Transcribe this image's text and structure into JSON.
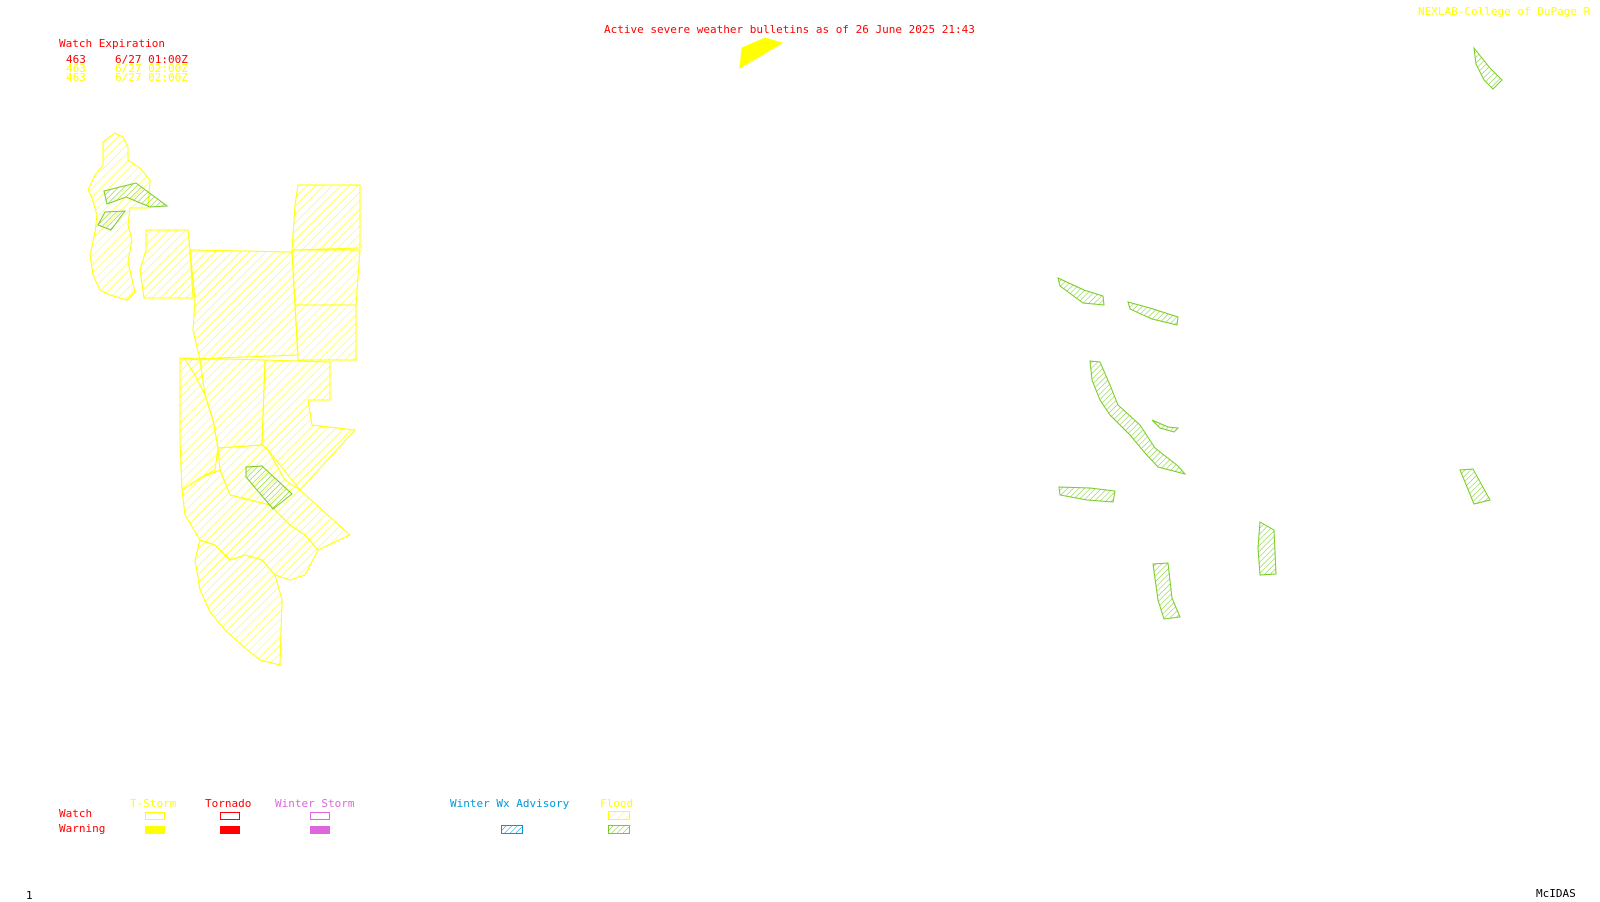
{
  "header": {
    "bulletin": "Active severe weather bulletins as of 26 June 2025 21:43",
    "credit": "NEXLAB-College of DuPage R"
  },
  "watch_expiration": {
    "title": "Watch Expiration",
    "rows": [
      {
        "number": "463",
        "time": "6/27 01:00Z",
        "color": "#ff0000"
      },
      {
        "number": "463",
        "time": "6/27 02:00Z",
        "color": "#ffff00"
      },
      {
        "number": "463",
        "time": "6/27 02:00Z",
        "color": "#ffff00"
      }
    ]
  },
  "legend": {
    "row_labels": {
      "watch": "Watch",
      "warning": "Warning"
    },
    "columns": [
      {
        "label": "T-Storm",
        "color": "#ffff00"
      },
      {
        "label": "Tornado",
        "color": "#ff0000"
      },
      {
        "label": "Winter Storm",
        "color": "#dd66dd"
      },
      {
        "label": "Winter Wx Advisory",
        "color": "#0099dd"
      },
      {
        "label": "Flood",
        "color": "#ffff00"
      }
    ]
  },
  "footer": {
    "frame": "1",
    "software": "McIDAS"
  },
  "colors": {
    "tstorm_watch": "#ffff00",
    "flood_warning": "#77cc22",
    "tornado": "#ff0000"
  }
}
